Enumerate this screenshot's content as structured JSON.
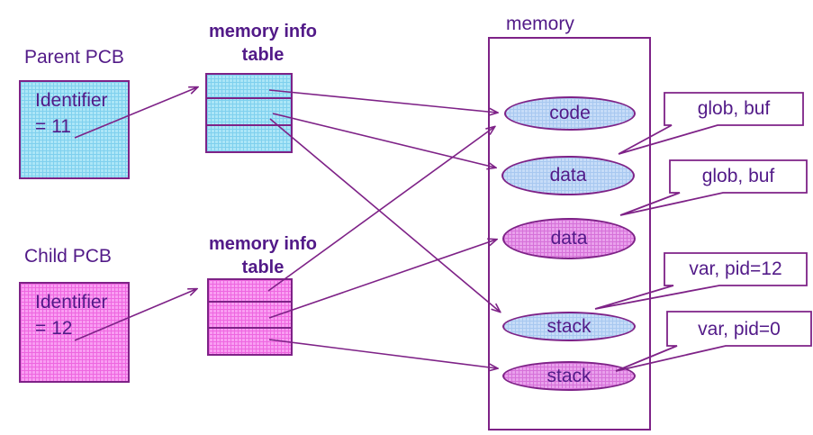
{
  "parent_pcb": {
    "title": "Parent PCB",
    "identifier_line1": "Identifier",
    "identifier_line2": "= 11"
  },
  "child_pcb": {
    "title": "Child PCB",
    "identifier_line1": "Identifier",
    "identifier_line2": "= 12"
  },
  "parent_memory_table": {
    "label_line1": "memory info",
    "label_line2": "table",
    "rows": 3
  },
  "child_memory_table": {
    "label_line1": "memory info",
    "label_line2": "table",
    "rows": 3
  },
  "memory": {
    "label": "memory",
    "segments": [
      {
        "name": "code",
        "owner": "parent",
        "color": "blue"
      },
      {
        "name": "data",
        "owner": "parent",
        "color": "blue"
      },
      {
        "name": "data",
        "owner": "child",
        "color": "pink"
      },
      {
        "name": "stack",
        "owner": "parent",
        "color": "blue"
      },
      {
        "name": "stack",
        "owner": "child",
        "color": "pink"
      }
    ]
  },
  "callouts": [
    {
      "text": "glob, buf"
    },
    {
      "text": "glob, buf"
    },
    {
      "text": "var, pid=12"
    },
    {
      "text": "var, pid=0"
    }
  ],
  "colors": {
    "stroke": "#7e2287",
    "text": "#521a88",
    "cyan_fill": "#ace6f7",
    "cyan_grid": "#7fd0ee",
    "pink_fill": "#f99df2",
    "pink_grid": "#ee67e0",
    "blue_ellipse_fill": "#c6dcf8",
    "blue_ellipse_grid": "#a8c8f0",
    "pink_ellipse_fill": "#e9a0ec",
    "pink_ellipse_grid": "#d671d9",
    "callout_bg": "#ffffff"
  }
}
